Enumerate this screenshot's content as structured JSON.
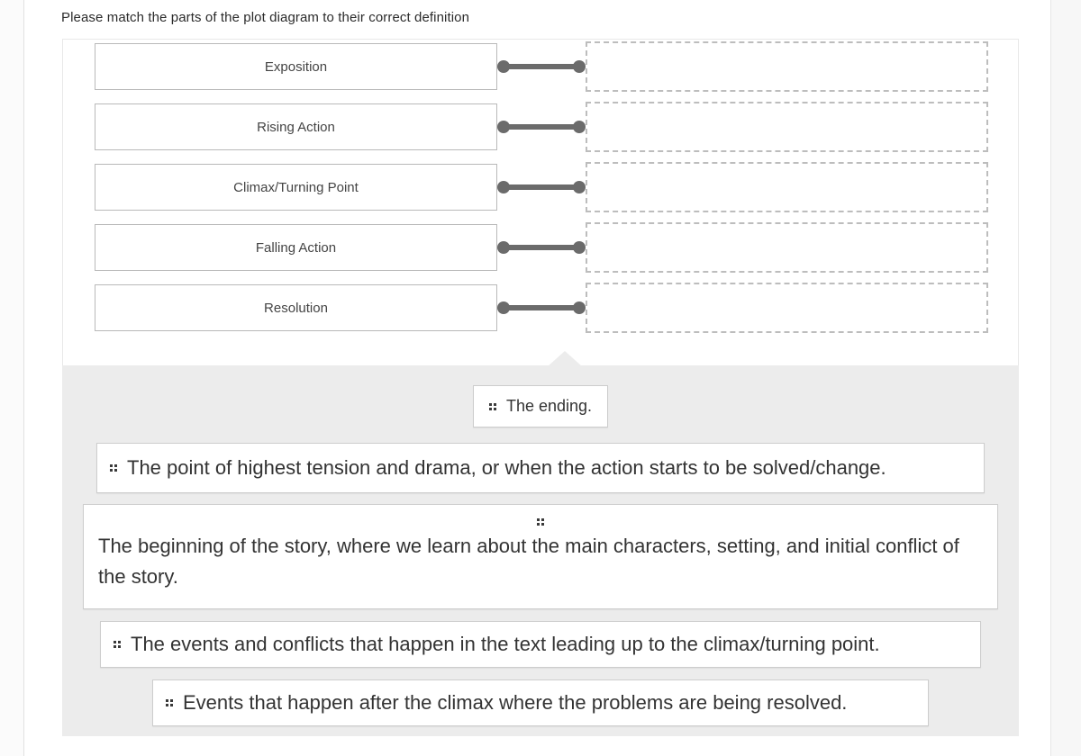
{
  "prompt": "Please match the parts of the plot diagram to their correct definition",
  "match_rows": [
    {
      "term": "Exposition",
      "connector_icon": "link-connector-icon",
      "drop_zone": "empty-drop-zone"
    },
    {
      "term": "Rising Action",
      "connector_icon": "link-connector-icon",
      "drop_zone": "empty-drop-zone"
    },
    {
      "term": "Climax/Turning Point",
      "connector_icon": "link-connector-icon",
      "drop_zone": "empty-drop-zone"
    },
    {
      "term": "Falling Action",
      "connector_icon": "link-connector-icon",
      "drop_zone": "empty-drop-zone"
    },
    {
      "term": "Resolution",
      "connector_icon": "link-connector-icon",
      "drop_zone": "empty-drop-zone"
    }
  ],
  "answer_bank": {
    "handle_icon": "drag-handle-icon",
    "items": [
      {
        "text": "The ending."
      },
      {
        "text": "The point of highest tension and drama, or when the action starts to be solved/change."
      },
      {
        "text": "The beginning of the story, where we learn about the main characters, setting, and initial conflict of the story."
      },
      {
        "text": "The events and conflicts that happen in the text leading up to the climax/turning point."
      },
      {
        "text": "Events that happen after the climax where the problems are being resolved."
      }
    ]
  },
  "colors": {
    "connector": "#6b6b6b",
    "drop_zone_border": "#bdbdbd",
    "bank_background": "#ececec",
    "term_border": "#b9b9b9"
  }
}
